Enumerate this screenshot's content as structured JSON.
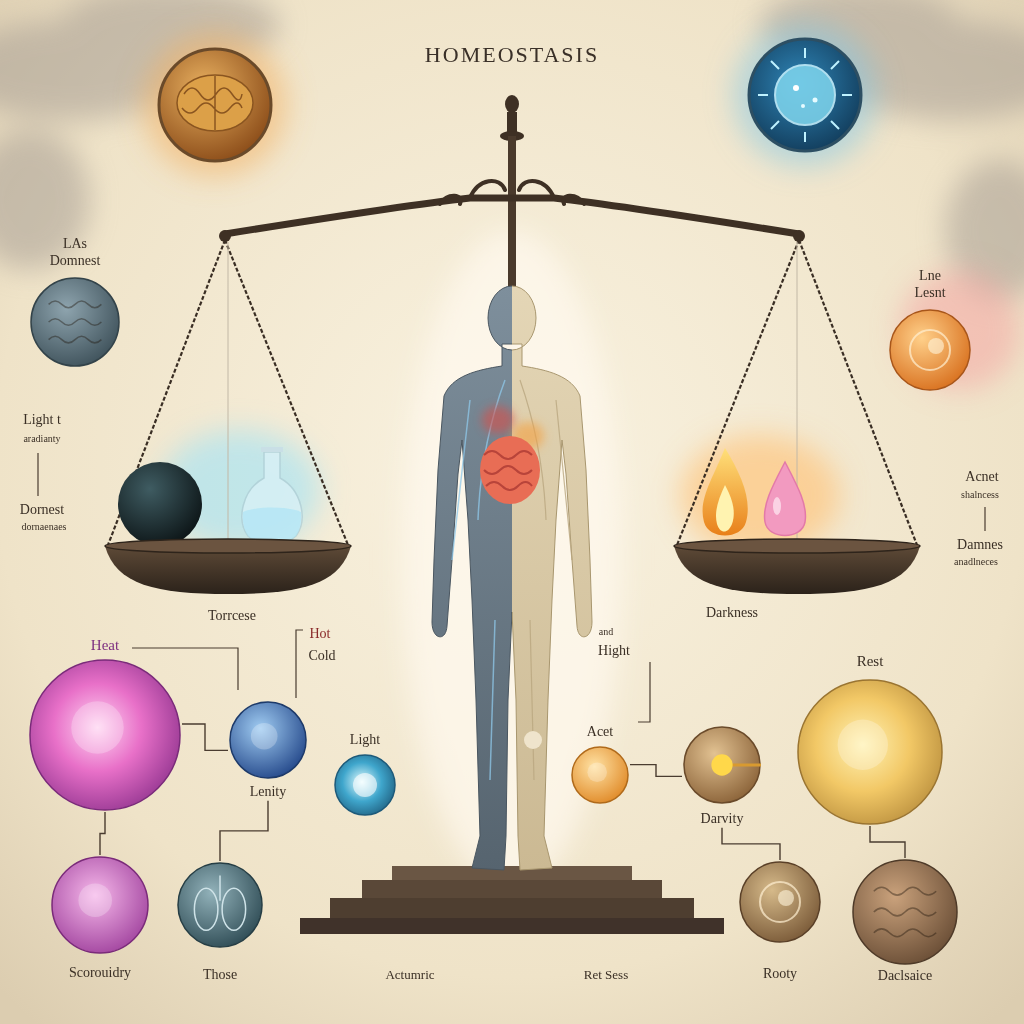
{
  "diagram": {
    "title": "HOMEOSTASIS",
    "nodes": [
      {
        "text": [
          "LAs Domnest"
        ]
      },
      {
        "text": [
          "Lne Lesnt"
        ]
      },
      {
        "text": [
          "Heat"
        ]
      },
      {
        "text": [
          "Lenity"
        ]
      },
      {
        "text": [
          "Light"
        ]
      },
      {
        "text": [
          "Scorouidry"
        ]
      },
      {
        "text": [
          "Those"
        ]
      },
      {
        "text": [
          "Acet"
        ]
      },
      {
        "text": [
          "Darvity"
        ]
      },
      {
        "text": [
          "Rest"
        ]
      },
      {
        "text": [
          "Rooty"
        ]
      },
      {
        "text": [
          "Daclsaice"
        ]
      }
    ],
    "edges": [
      {
        "from": 2,
        "to": 3,
        "arrow": "none"
      },
      {
        "from": 2,
        "to": 5,
        "arrow": "none"
      },
      {
        "from": 3,
        "to": 6,
        "arrow": "none"
      },
      {
        "from": 7,
        "to": 8,
        "arrow": "none"
      },
      {
        "from": 8,
        "to": 10,
        "arrow": "none"
      },
      {
        "from": 9,
        "to": 11,
        "arrow": "none"
      }
    ],
    "labels": [
      "Light t",
      "aradianty",
      "Dornest",
      "dornaenaes",
      "Torrcese",
      "Acnet",
      "shalncess",
      "Damnes",
      "anadlneces",
      "Darkness",
      "Hot",
      "Cold",
      "and",
      "Hight",
      "Actumric",
      "Ret Sess"
    ]
  }
}
